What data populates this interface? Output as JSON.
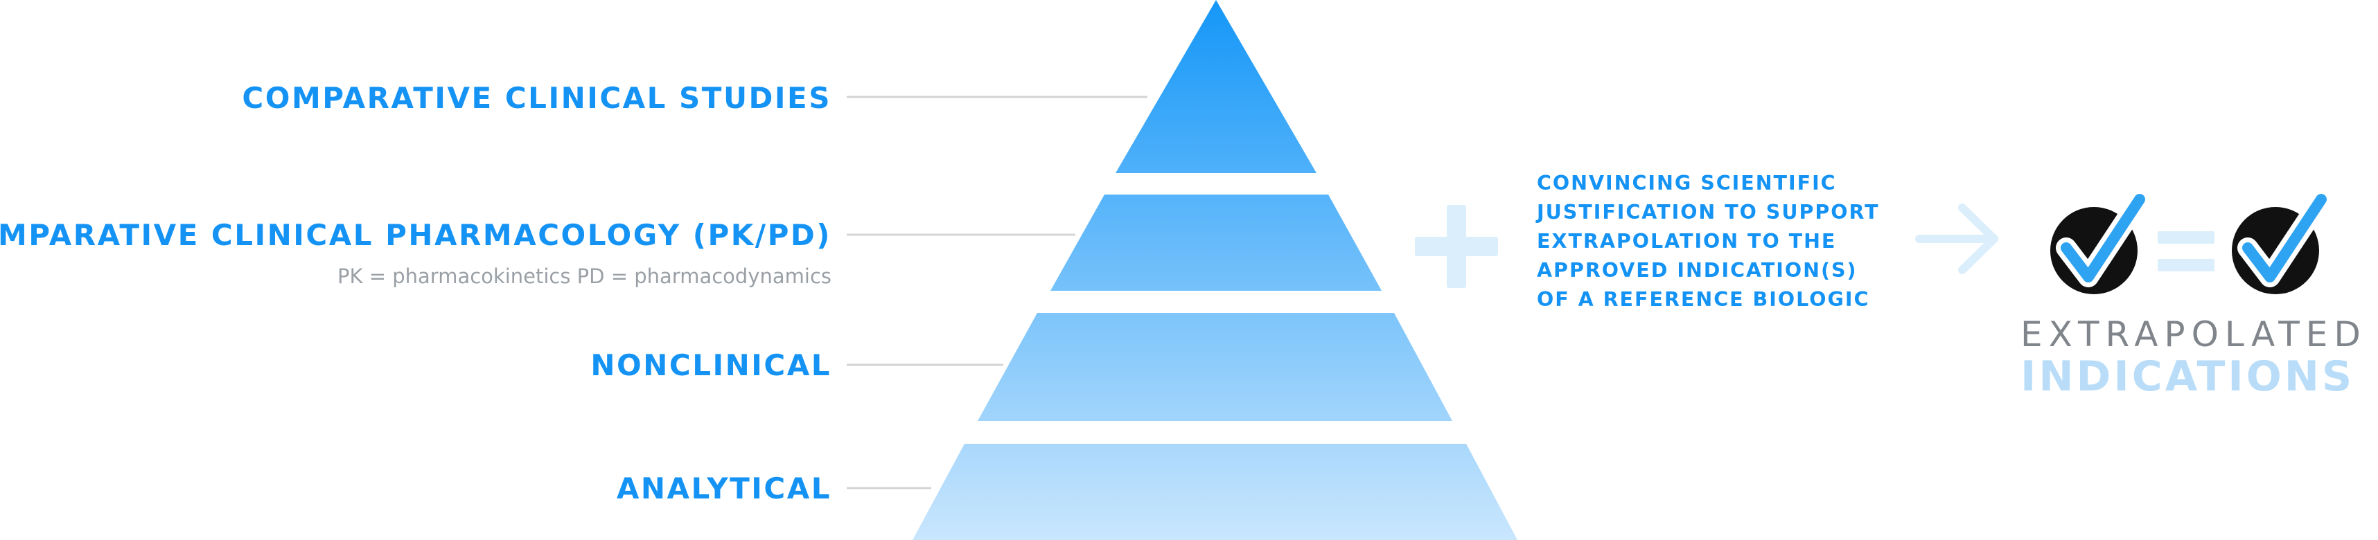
{
  "pyramid": {
    "tiers": [
      {
        "label": "COMPARATIVE CLINICAL STUDIES",
        "sublabel": ""
      },
      {
        "label": "COMPARATIVE CLINICAL PHARMACOLOGY (PK/PD)",
        "sublabel": "PK = pharmacokinetics PD = pharmacodynamics"
      },
      {
        "label": "NONCLINICAL",
        "sublabel": ""
      },
      {
        "label": "ANALYTICAL",
        "sublabel": ""
      }
    ]
  },
  "justification": {
    "lines": [
      "CONVINCING SCIENTIFIC",
      "JUSTIFICATION TO SUPPORT",
      "EXTRAPOLATION TO THE",
      "APPROVED INDICATION(S)",
      "OF A REFERENCE BIOLOGIC"
    ]
  },
  "result": {
    "title_top": "EXTRAPOLATED",
    "title_bottom": "INDICATIONS"
  },
  "icons": {
    "plus": "plus-icon",
    "arrow": "arrow-right-icon",
    "check": "checkmark-badge-icon",
    "equals": "equals-icon"
  },
  "colors": {
    "label_blue": "#1493f4",
    "tier_top": "#1597f8",
    "tier_bottom": "#c9e6fd",
    "symbol_light": "#dbeefb",
    "badge_dark": "#111111",
    "check_blue": "#2ea3f2",
    "sub_gray": "#9aa0a6"
  }
}
